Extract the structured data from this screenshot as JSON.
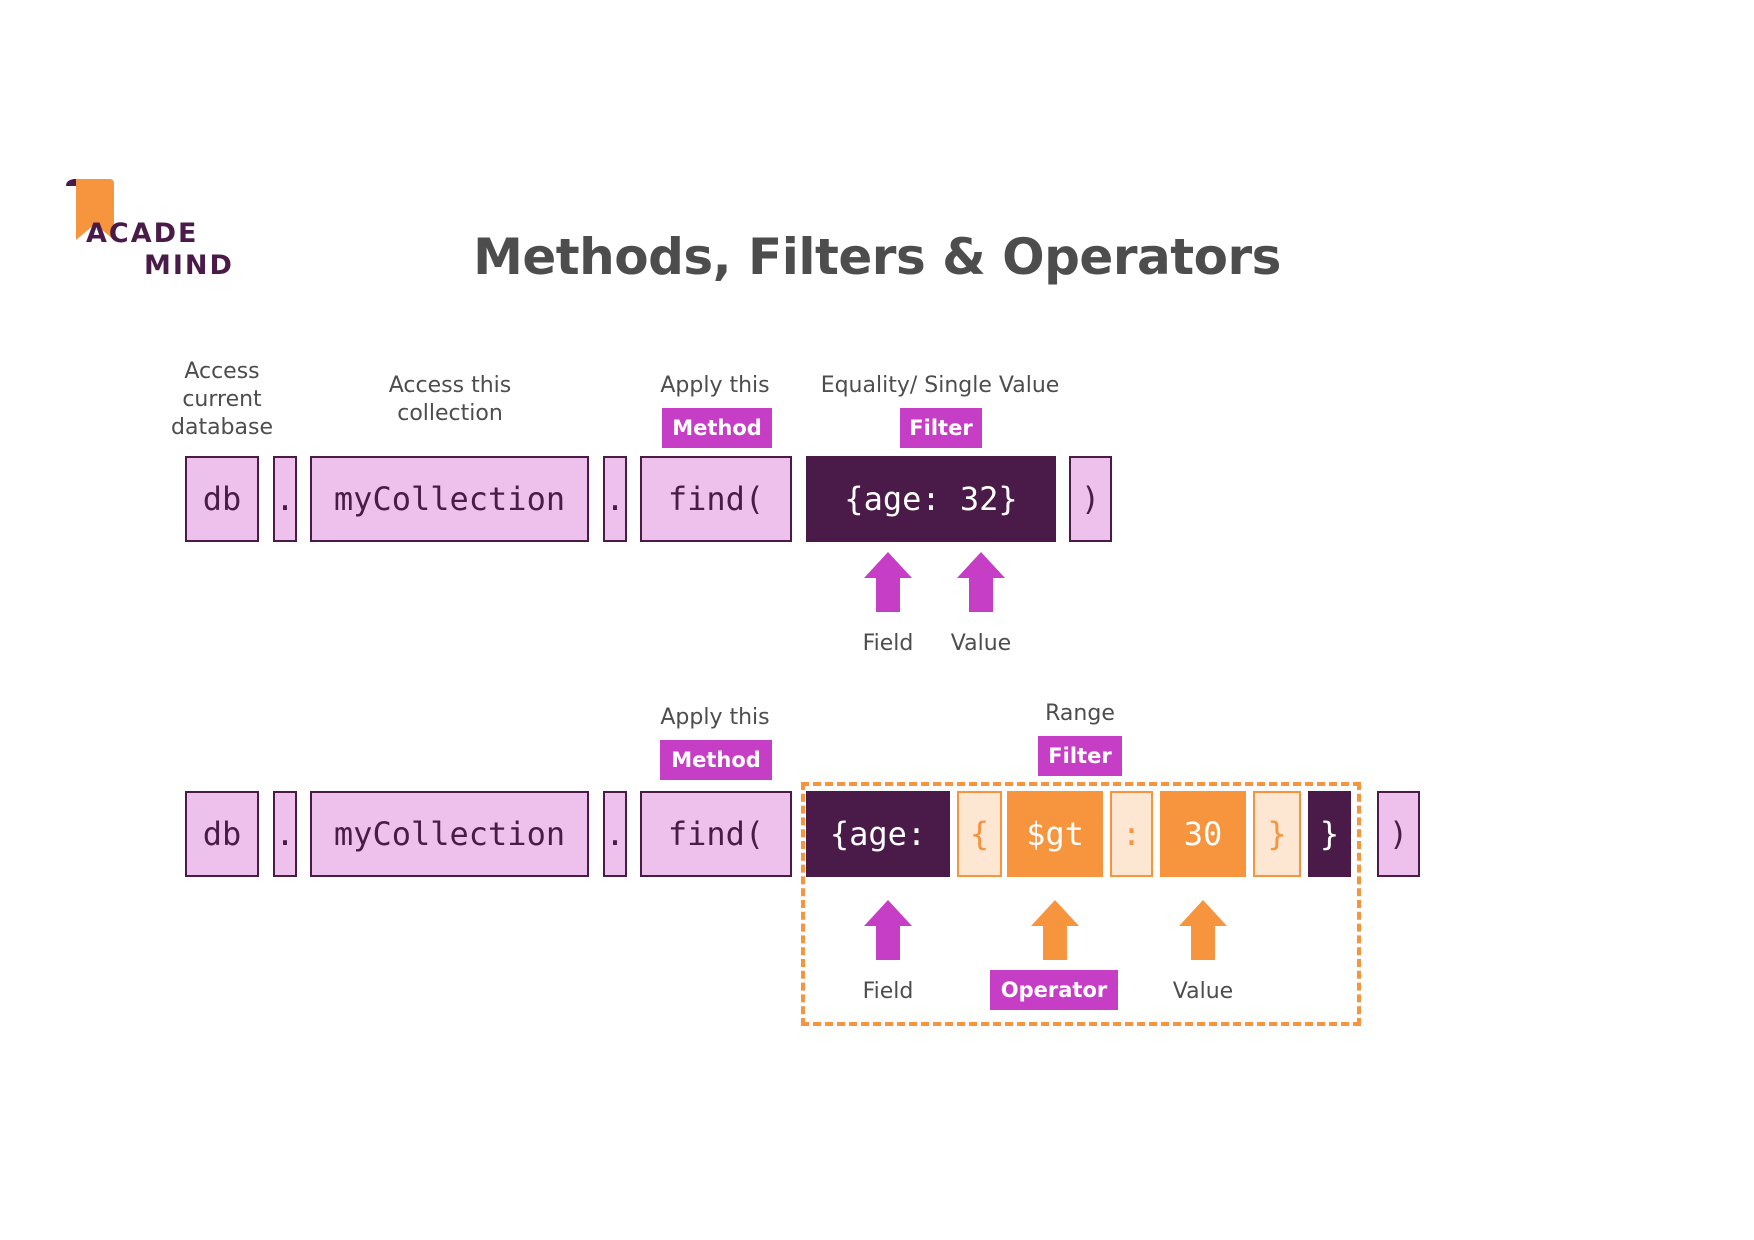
{
  "logo": {
    "line1": "ACADE",
    "line2": "MIND"
  },
  "title": "Methods, Filters & Operators",
  "row1": {
    "captions": {
      "db": "Access current database",
      "collection": "Access this collection",
      "method": "Apply this",
      "filter": "Equality/ Single Value"
    },
    "tags": {
      "method": "Method",
      "filter": "Filter"
    },
    "boxes": {
      "db": "db",
      "dot1": ".",
      "collection": "myCollection",
      "dot2": ".",
      "find": "find(",
      "filter": "{age: 32}",
      "close": ")"
    },
    "labels": {
      "field": "Field",
      "value": "Value"
    }
  },
  "row2": {
    "captions": {
      "method": "Apply this",
      "filter": "Range"
    },
    "tags": {
      "method": "Method",
      "filter": "Filter",
      "operator": "Operator"
    },
    "boxes": {
      "db": "db",
      "dot1": ".",
      "collection": "myCollection",
      "dot2": ".",
      "find": "find(",
      "field": "{age:",
      "open_brace": "{",
      "operator": "$gt",
      "colon": ":",
      "value": "30",
      "close_inner": "}",
      "close_outer": "}",
      "close": ")"
    },
    "labels": {
      "field": "Field",
      "value": "Value"
    }
  },
  "colors": {
    "dark_purple": "#4a1a48",
    "light_purple": "#edc1ec",
    "magenta": "#c63ec6",
    "orange": "#f7943e",
    "light_orange": "#fde6d2",
    "text_gray": "#4d4d4d"
  },
  "icons": {
    "logo": "bookmark-logo-icon",
    "arrow": "arrow-up-icon"
  }
}
